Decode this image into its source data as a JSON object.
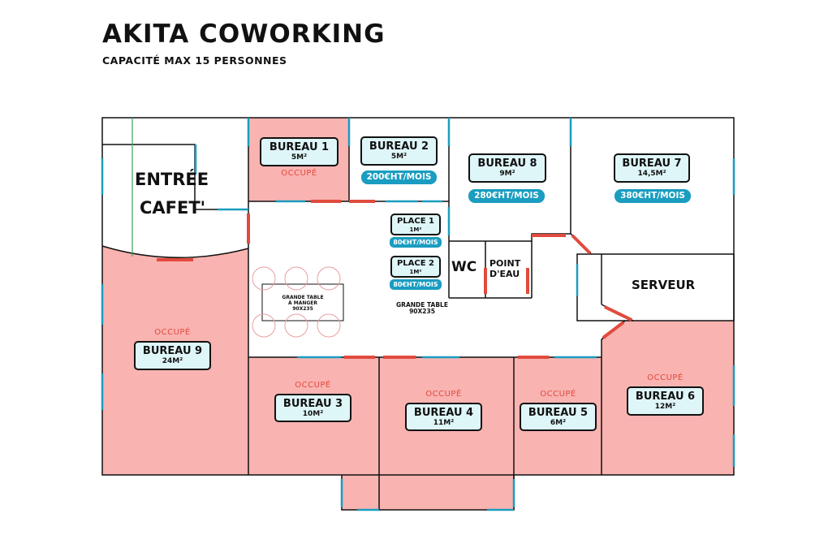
{
  "header": {
    "title": "AKITA COWORKING",
    "subtitle": "CAPACITÉ MAX 15 PERSONNES"
  },
  "colors": {
    "occupied_fill": "#f9b3b1",
    "wall": "#111111",
    "door_red": "#e04b3d",
    "window_blue": "#1a9dc0",
    "label_bg": "#dff6f9"
  },
  "status_occupied": "OCCUPÉ",
  "rooms": {
    "entree": {
      "line1": "ENTRÉE",
      "line2": "CAFET'"
    },
    "bureau1": {
      "name": "BUREAU 1",
      "size": "5M²",
      "status": "OCCUPÉ"
    },
    "bureau2": {
      "name": "BUREAU 2",
      "size": "5M²",
      "price": "200€HT/MOIS"
    },
    "bureau8": {
      "name": "BUREAU 8",
      "size": "9M²",
      "price": "280€HT/MOIS"
    },
    "bureau7": {
      "name": "BUREAU 7",
      "size": "14,5M²",
      "price": "380€HT/MOIS"
    },
    "place1": {
      "name": "PLACE 1",
      "size": "1M²",
      "price": "80€HT/MOIS"
    },
    "place2": {
      "name": "PLACE 2",
      "size": "1M²",
      "price": "80€HT/MOIS"
    },
    "wc": {
      "name": "WC"
    },
    "point_eau": {
      "line1": "POINT",
      "line2": "D'EAU"
    },
    "serveur": {
      "name": "SERVEUR"
    },
    "bureau9": {
      "name": "BUREAU 9",
      "size": "24M²",
      "status": "OCCUPÉ"
    },
    "bureau3": {
      "name": "BUREAU 3",
      "size": "10M²",
      "status": "OCCUPÉ"
    },
    "bureau4": {
      "name": "BUREAU 4",
      "size": "11M²",
      "status": "OCCUPÉ"
    },
    "bureau5": {
      "name": "BUREAU 5",
      "size": "6M²",
      "status": "OCCUPÉ"
    },
    "bureau6": {
      "name": "BUREAU 6",
      "size": "12M²",
      "status": "OCCUPÉ"
    }
  },
  "furniture": {
    "dining_table": {
      "line1": "GRANDE TABLE",
      "line2": "À MANGER",
      "line3": "90X235"
    },
    "big_table": {
      "line1": "GRANDE TABLE",
      "line2": "90X235"
    }
  }
}
